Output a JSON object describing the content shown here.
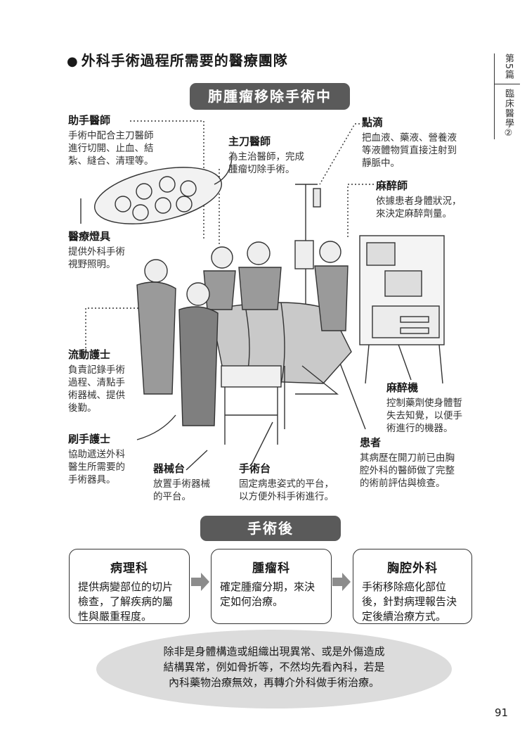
{
  "heading": "外科手術過程所需要的醫療團隊",
  "heading_bullet": "●",
  "banner_surgery": "肺腫瘤移除手術中",
  "banner_after": "手術後",
  "side_tab": {
    "part": "第5篇",
    "section": "臨床醫學②"
  },
  "labels": {
    "assistant": {
      "title": "助手醫師",
      "desc": "手術中配合主刀醫師\n進行切開、止血、結\n紮、縫合、清理等。"
    },
    "chief": {
      "title": "主刀醫師",
      "desc": "為主治醫師，完成\n腫瘤切除手術。"
    },
    "drip": {
      "title": "點滴",
      "desc": "把血液、藥液、營養液\n等液體物質直接注射到\n靜脈中。"
    },
    "anesthetist": {
      "title": "麻醉師",
      "desc": "依據患者身體狀況，\n來決定麻醉劑量。"
    },
    "lamp": {
      "title": "醫療燈具",
      "desc": "提供外科手術\n視野照明。"
    },
    "circulating": {
      "title": "流動護士",
      "desc": "負責記錄手術\n過程、清點手\n術器械、提供\n後勤。"
    },
    "anesthesia_machine": {
      "title": "麻醉機",
      "desc": "控制藥劑使身體暫\n失去知覺，以便手\n術進行的機器。"
    },
    "scrub": {
      "title": "刷手護士",
      "desc": "協助遞送外科\n醫生所需要的\n手術器具。"
    },
    "instrument_table": {
      "title": "器械台",
      "desc": "放置手術器械\n的平台。"
    },
    "operating_table": {
      "title": "手術台",
      "desc": "固定病患姿式的平台，\n以方便外科手術進行。"
    },
    "patient": {
      "title": "患者",
      "desc": "其病歷在開刀前已由胸\n腔外科的醫師做了完整\n的術前評估與檢查。"
    }
  },
  "after_steps": [
    {
      "title": "病理科",
      "desc": "提供病變部位的切片\n檢查，了解疾病的屬\n性與嚴重程度。"
    },
    {
      "title": "腫瘤科",
      "desc": "確定腫瘤分期，來決\n定如何治療。"
    },
    {
      "title": "胸腔外科",
      "desc": "手術移除癌化部位\n後，針對病理報告決\n定後續治療方式。"
    }
  ],
  "note": "除非是身體構造或組織出現異常、或是外傷造成\n結構異常，例如骨折等，不然均先看內科，若是\n內科藥物治療無效，再轉介外科做手術治療。",
  "page_number": "91",
  "colors": {
    "banner": "#5a5a5a",
    "ellipse": "#dcdcdc",
    "arrow": "#8c8c8c"
  }
}
